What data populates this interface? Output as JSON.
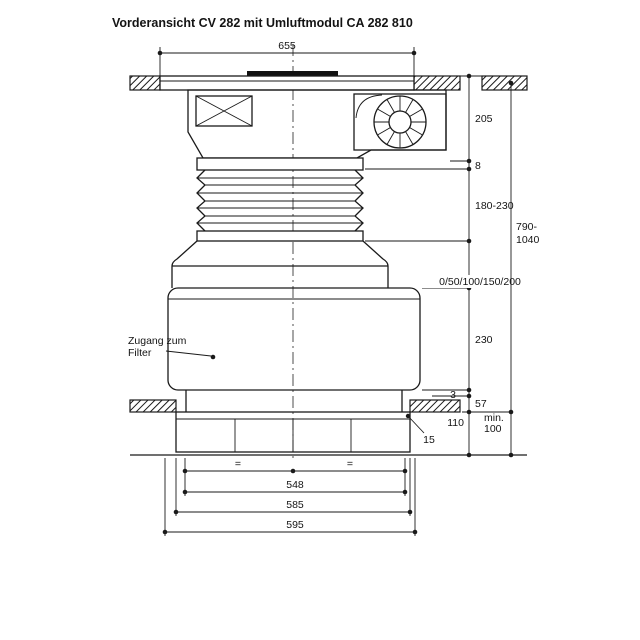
{
  "title": "Vorderansicht CV 282 mit Umluftmodul CA 282 810",
  "colors": {
    "ink": "#1a1a1a",
    "background": "#ffffff"
  },
  "annotations": {
    "filter_access_line1": "Zugang zum",
    "filter_access_line2": "Filter"
  },
  "dimensions": {
    "width_top": "655",
    "height_cooktop": "205",
    "gap_8": "8",
    "duct_range": "180-230",
    "spacer_options": "0/50/100/150/200",
    "module_height": "230",
    "total_height_line1": "790-",
    "total_height_line2": "1040",
    "dim_3": "3",
    "dim_57": "57",
    "dim_110": "110",
    "min_clearance_line1": "min.",
    "min_clearance_line2": "100",
    "dim_15": "15",
    "width_548": "548",
    "width_585": "585",
    "width_595": "595",
    "equal_left": "=",
    "equal_right": "="
  }
}
